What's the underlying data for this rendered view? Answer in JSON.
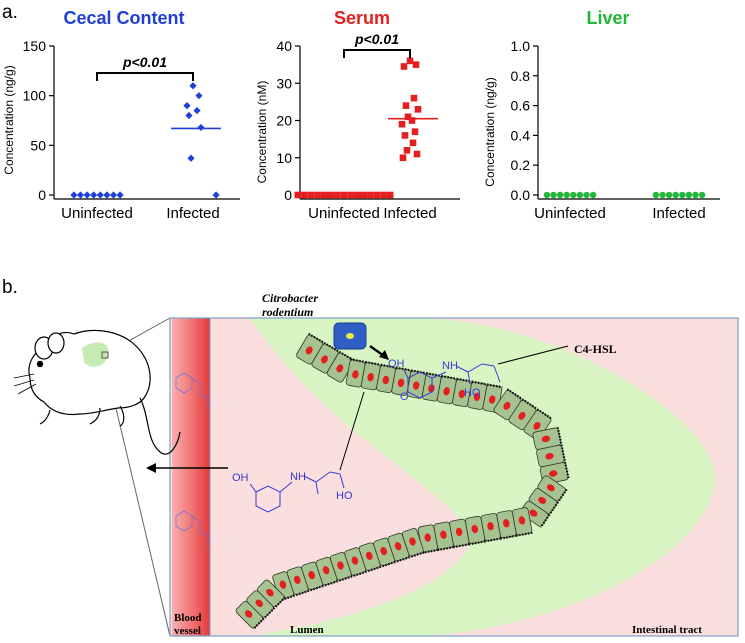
{
  "panel_a_label": "a.",
  "panel_b_label": "b.",
  "chart_data": [
    {
      "type": "scatter",
      "title": "Cecal Content",
      "title_color": "#1f3fd8",
      "point_color": "#1f3fd8",
      "marker": "diamond",
      "ylabel": "Concentration (ng/g)",
      "ylim": [
        0,
        150
      ],
      "yticks": [
        0,
        50,
        100,
        150
      ],
      "categories": [
        "Uninfected",
        "Infected"
      ],
      "series": [
        {
          "values": [
            0,
            0,
            0,
            0,
            0,
            0,
            0,
            0
          ],
          "mean": 0
        },
        {
          "values": [
            110,
            100,
            90,
            85,
            80,
            68,
            37,
            0
          ],
          "mean": 67
        }
      ],
      "significance": {
        "label": "p<0.01",
        "between": [
          0,
          1
        ]
      }
    },
    {
      "type": "scatter",
      "title": "Serum",
      "title_color": "#e41f1f",
      "point_color": "#e41f1f",
      "marker": "square",
      "ylabel": "Concentration (nM)",
      "ylim": [
        0,
        40
      ],
      "yticks": [
        0,
        10,
        20,
        30,
        40
      ],
      "categories": [
        "Uninfected",
        "Infected"
      ],
      "series": [
        {
          "values": [
            0,
            0,
            0,
            0,
            0,
            0,
            0,
            0,
            0,
            0,
            0,
            0,
            0,
            0,
            0
          ],
          "mean": 0
        },
        {
          "values": [
            36,
            35,
            34.5,
            26,
            24,
            23,
            21,
            20,
            19,
            17,
            16,
            14,
            12,
            11,
            10
          ],
          "mean": 20.5
        }
      ],
      "significance": {
        "label": "p<0.01",
        "between": [
          0,
          1
        ]
      }
    },
    {
      "type": "scatter",
      "title": "Liver",
      "title_color": "#1fb83a",
      "point_color": "#1fb83a",
      "marker": "circle",
      "ylabel": "Concentration (ng/g)",
      "ylim": [
        0,
        1.0
      ],
      "yticks": [
        0,
        0.2,
        0.4,
        0.6,
        0.8,
        1.0
      ],
      "ytick_labels": [
        "0.0",
        "0.2",
        "0.4",
        "0.6",
        "0.8",
        "1.0"
      ],
      "categories": [
        "Uninfected",
        "Infected"
      ],
      "series": [
        {
          "values": [
            0,
            0,
            0,
            0,
            0,
            0,
            0,
            0
          ],
          "mean": 0
        },
        {
          "values": [
            0,
            0,
            0,
            0,
            0,
            0,
            0,
            0
          ],
          "mean": 0
        }
      ]
    }
  ],
  "diagram": {
    "bacterium_label_1": "Citrobacter",
    "bacterium_label_2": "rodentium",
    "molecule_label": "C4-HSL",
    "blood_vessel_label_1": "Blood",
    "blood_vessel_label_2": "vessel",
    "lumen_label": "Lumen",
    "tract_label": "Intestinal tract",
    "molecule_atoms": {
      "oh": "OH",
      "nh": "NH",
      "o": "O",
      "ho": "HO"
    },
    "colors": {
      "lumen": "#fbdede",
      "mucosa": "#d9f5c4",
      "cell_fill": "#a7c291",
      "nucleus": "#e41f1f",
      "molecule": "#3a3ad6",
      "bacterium": "#2f5fc4"
    }
  }
}
